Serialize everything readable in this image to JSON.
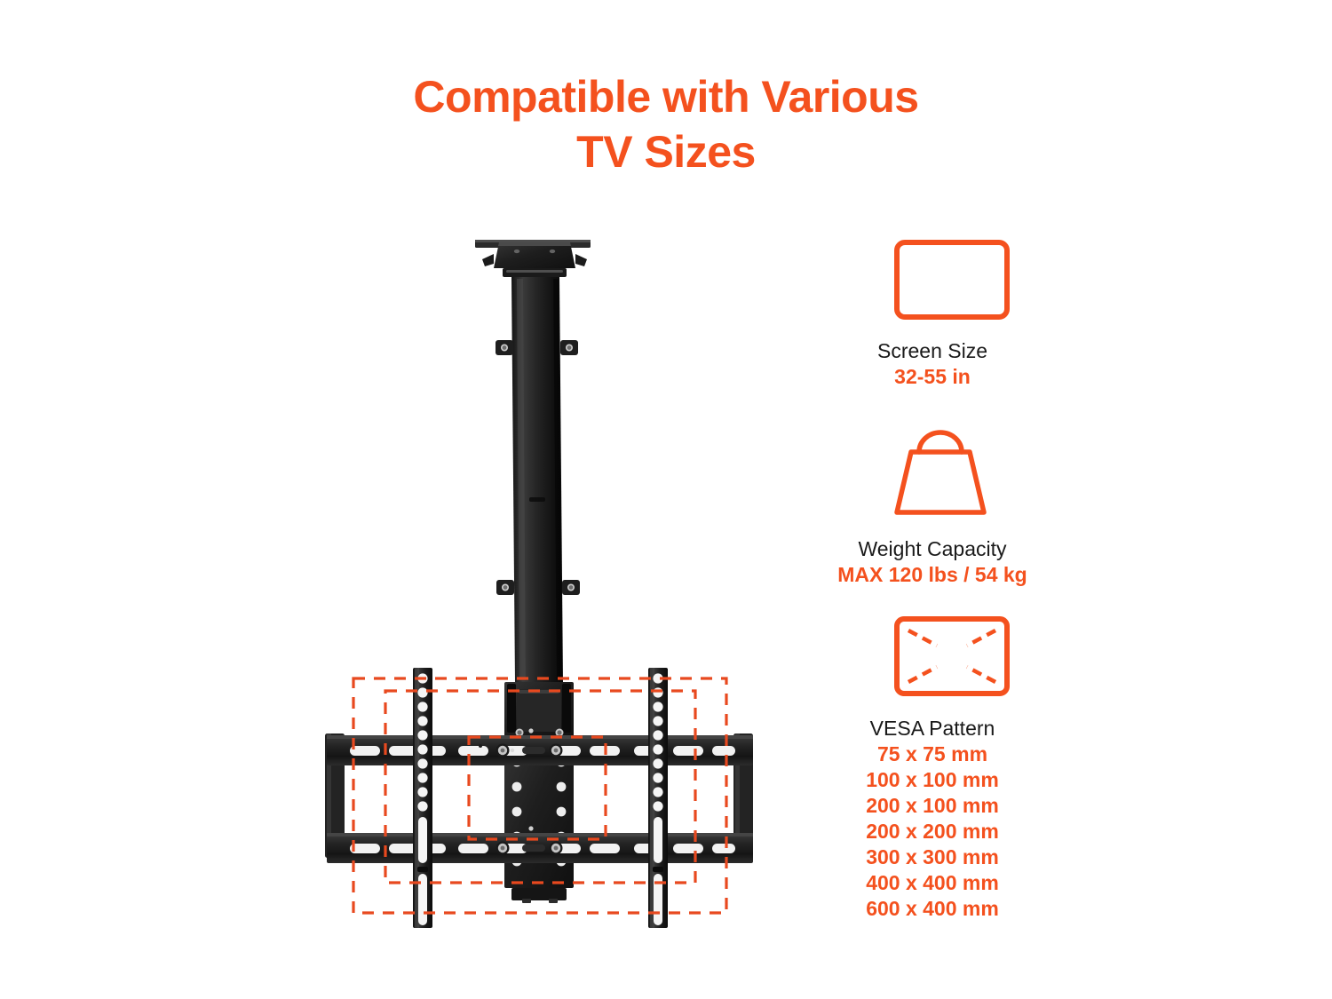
{
  "page": {
    "background_color": "#ffffff",
    "accent_color": "#f4511e",
    "text_color": "#1a1a1a"
  },
  "title": {
    "line1": "Compatible with Various",
    "line2": "TV Sizes"
  },
  "product": {
    "name": "ceiling-tv-mount",
    "description": "Black ceiling TV mount with extension pole and tilting wall plate, overlaid with orange dashed VESA pattern rectangles",
    "metal_color": "#1c1c1c",
    "dash_color": "#e8491f"
  },
  "specs": [
    {
      "id": "screen-size",
      "icon": "tv-screen-icon",
      "label": "Screen Size",
      "value": "32-55 in"
    },
    {
      "id": "weight-capacity",
      "icon": "weight-icon",
      "label": "Weight Capacity",
      "value": "MAX 120 lbs / 54 kg"
    },
    {
      "id": "vesa-pattern",
      "icon": "vesa-pattern-icon",
      "label": "VESA Pattern",
      "values": [
        "75 x 75 mm",
        "100 x 100 mm",
        "200 x 100 mm",
        "200 x 200 mm",
        "300 x 300 mm",
        "400 x 400 mm",
        "600 x 400 mm"
      ]
    }
  ]
}
